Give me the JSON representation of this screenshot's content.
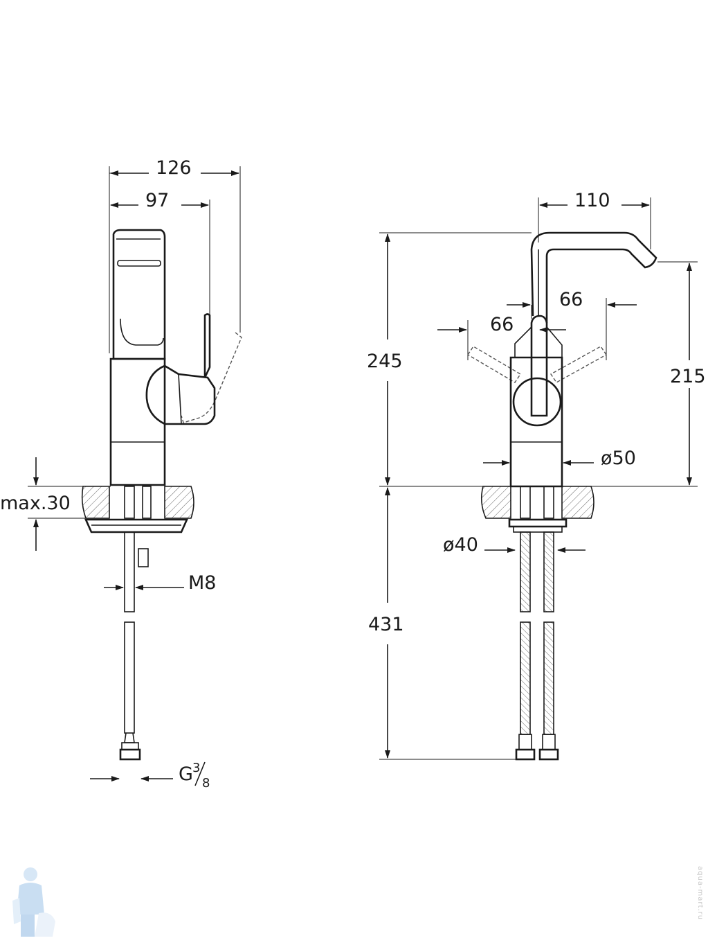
{
  "side_view": {
    "dim_width_total": "126",
    "dim_width_lever": "97",
    "dim_max_thickness": "max.30",
    "dim_thread": "M8",
    "dim_connector": "G",
    "dim_connector_num": "3",
    "dim_connector_den": "8"
  },
  "front_view": {
    "dim_spout_reach": "110",
    "dim_lever_left": "66",
    "dim_lever_right": "66",
    "dim_height_total": "245",
    "dim_spout_height": "215",
    "dim_body_diameter": "ø50",
    "dim_base_diameter": "ø40",
    "dim_hose_length": "431"
  },
  "watermark": "aqua-mart.ru"
}
